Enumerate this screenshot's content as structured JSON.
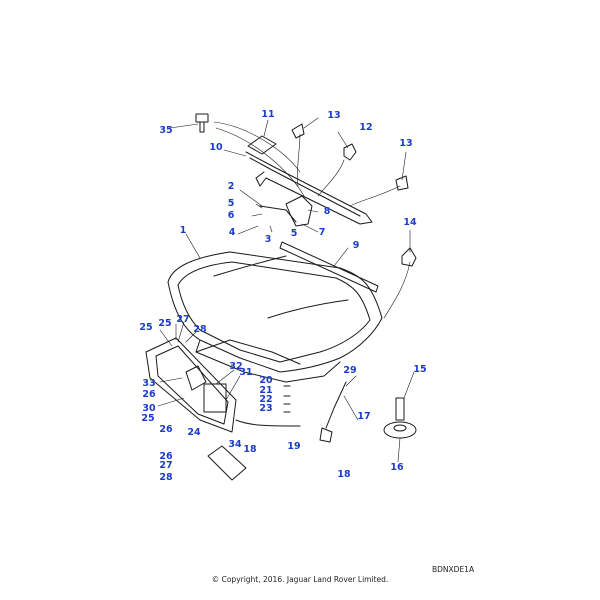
{
  "diagram": {
    "callout_color": "#1a3cc8",
    "line_color": "#1a1a1a",
    "reference_code": "BDNXDE1A",
    "copyright": "© Copyright, 2016. Jaguar Land Rover Limited.",
    "callouts": [
      "1",
      "2",
      "3",
      "4",
      "5",
      "5",
      "6",
      "7",
      "8",
      "9",
      "10",
      "11",
      "12",
      "13",
      "13",
      "14",
      "15",
      "16",
      "17",
      "18",
      "18",
      "19",
      "20",
      "21",
      "22",
      "23",
      "24",
      "25",
      "25",
      "25",
      "26",
      "26",
      "26",
      "27",
      "27",
      "28",
      "28",
      "29",
      "30",
      "31",
      "32",
      "33",
      "34",
      "35"
    ]
  }
}
